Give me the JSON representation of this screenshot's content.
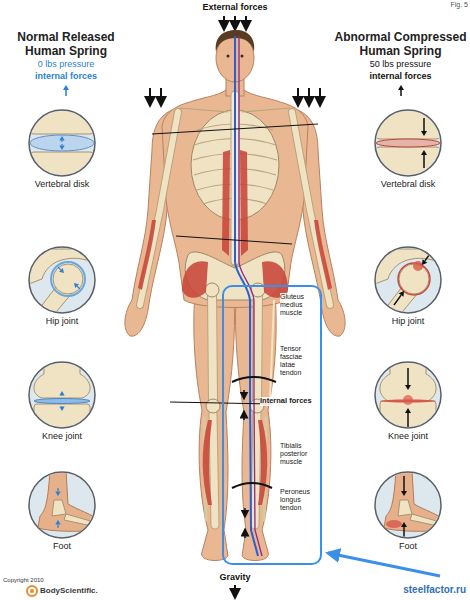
{
  "diagram": {
    "nodes": [
      {
        "text": [
          "Vertebral disk"
        ]
      },
      {
        "text": [
          "Hip joint"
        ]
      },
      {
        "text": [
          "Knee joint"
        ]
      },
      {
        "text": [
          "Foot"
        ]
      },
      {
        "text": [
          "Gluteus medius muscle",
          "Tensor fasciae latae tendon",
          "Internal forces",
          "Tibialis posterior muscle",
          "Peroneus longus tendon"
        ]
      },
      {
        "text": [
          "Vertebral disk"
        ]
      },
      {
        "text": [
          "Hip joint"
        ]
      },
      {
        "text": [
          "Knee joint"
        ]
      },
      {
        "text": [
          "Foot"
        ]
      }
    ],
    "labels": [
      "Fig. 5",
      "External forces",
      "Normal Released Human Spring",
      "0 lbs pressure",
      "internal forces",
      "Abnormal Compressed Human Spring",
      "50 lbs pressure",
      "internal forces",
      "Gravity",
      "Copyright 2010",
      "BodyScientific.",
      "steelfactor.ru"
    ]
  }
}
